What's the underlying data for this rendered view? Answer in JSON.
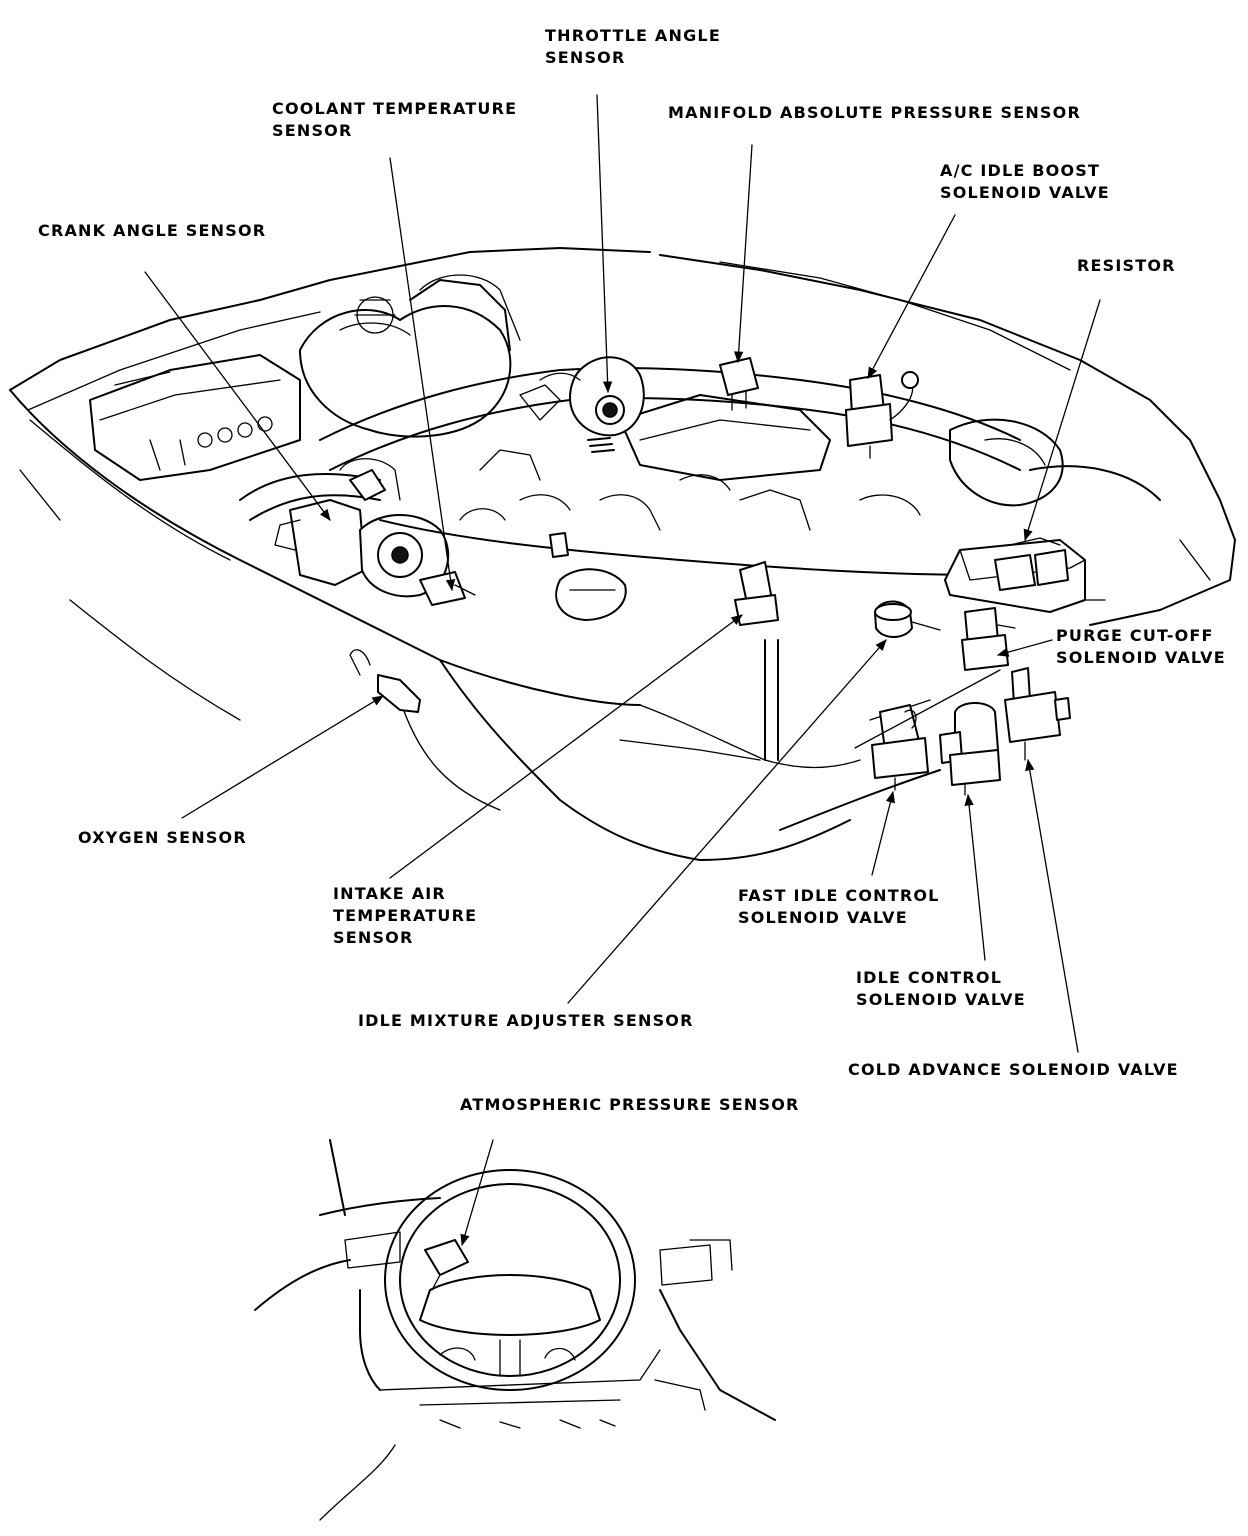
{
  "labels": {
    "throttle_angle_sensor": [
      "THROTTLE ANGLE",
      "SENSOR"
    ],
    "coolant_temperature_sensor": [
      "COOLANT TEMPERATURE",
      "SENSOR"
    ],
    "manifold_absolute_pressure_sensor": [
      "MANIFOLD ABSOLUTE PRESSURE SENSOR"
    ],
    "ac_idle_boost_solenoid_valve": [
      "A/C IDLE BOOST",
      "SOLENOID VALVE"
    ],
    "crank_angle_sensor": [
      "CRANK ANGLE SENSOR"
    ],
    "resistor": [
      "RESISTOR"
    ],
    "purge_cut_off_solenoid_valve": [
      "PURGE CUT-OFF",
      "SOLENOID VALVE"
    ],
    "oxygen_sensor": [
      "OXYGEN SENSOR"
    ],
    "intake_air_temperature_sensor": [
      "INTAKE AIR",
      "TEMPERATURE",
      "SENSOR"
    ],
    "fast_idle_control_solenoid_valve": [
      "FAST IDLE CONTROL",
      "SOLENOID VALVE"
    ],
    "idle_control_solenoid_valve": [
      "IDLE CONTROL",
      "SOLENOID VALVE"
    ],
    "idle_mixture_adjuster_sensor": [
      "IDLE MIXTURE ADJUSTER SENSOR"
    ],
    "cold_advance_solenoid_valve": [
      "COLD ADVANCE SOLENOID VALVE"
    ],
    "atmospheric_pressure_sensor": [
      "ATMOSPHERIC PRESSURE SENSOR"
    ]
  },
  "colors": {
    "ink": "#000000",
    "paper": "#ffffff"
  }
}
